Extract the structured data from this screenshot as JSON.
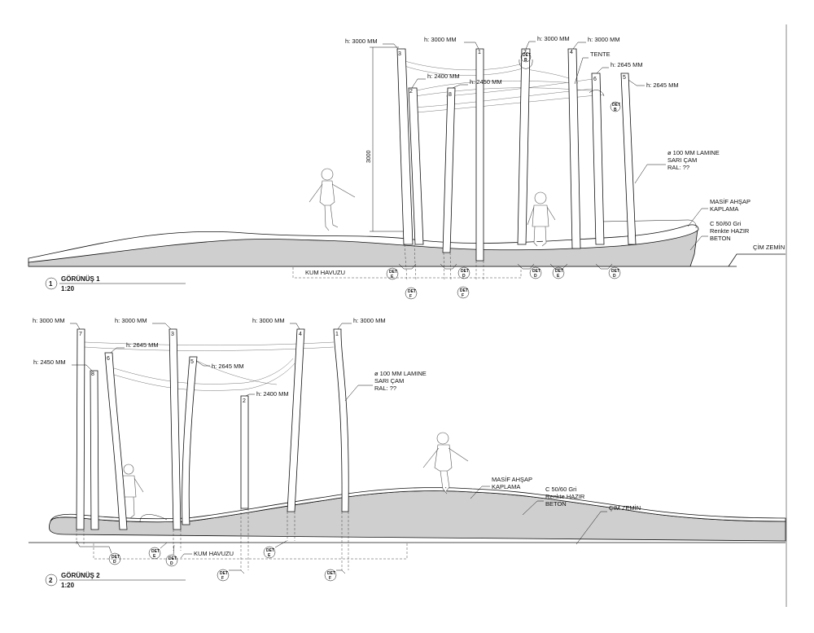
{
  "view1": {
    "title": "GÖRÜNÜŞ 1",
    "scale": "1:20",
    "number": "1",
    "dim_vertical": "3000",
    "heights": {
      "p3": "h: 3000 MM",
      "p1": "h: 3000 MM",
      "p7": "h: 3000 MM",
      "p4": "h: 3000 MM",
      "p2": "h: 2400 MM",
      "p8": "h: 2450 MM",
      "p6": "h: 2645 MM",
      "p5": "h: 2645 MM"
    },
    "pole_numbers": {
      "p3": "3",
      "p1": "1",
      "p7": "7",
      "p4": "4",
      "p2": "2",
      "p8": "8",
      "p6": "6",
      "p5": "5"
    },
    "notes": {
      "tente": "TENTE",
      "lamine": [
        "ø 100 MM LAMINE",
        "SARI ÇAM",
        "RAL: ??"
      ],
      "masif": [
        "MASİF AHŞAP",
        "KAPLAMA"
      ],
      "beton": [
        "C 50/60 Gri",
        "Renkte HAZIR",
        "BETON"
      ],
      "cim": "ÇİM ZEMİN",
      "kum": "KUM HAVUZU"
    }
  },
  "view2": {
    "title": "GÖRÜNÜŞ 2",
    "scale": "1:20",
    "number": "2",
    "heights": {
      "p7": "h: 3000 MM",
      "p3": "h: 3000 MM",
      "p4": "h: 3000 MM",
      "p1": "h: 3000 MM",
      "p6": "h: 2645 MM",
      "p8": "h: 2450 MM",
      "p5": "h: 2645 MM",
      "p2": "h: 2400 MM"
    },
    "pole_numbers": {
      "p7": "7",
      "p3": "3",
      "p4": "4",
      "p1": "1",
      "p6": "6",
      "p8": "8",
      "p5": "5",
      "p2": "2"
    },
    "notes": {
      "lamine": [
        "ø 100 MM LAMINE",
        "SARI ÇAM",
        "RAL: ??"
      ],
      "masif": [
        "MASİF AHŞAP",
        "KAPLAMA"
      ],
      "beton": [
        "C 50/60 Gri",
        "Renkte HAZIR",
        "BETON"
      ],
      "cim": "ÇİM ZEMİN",
      "kum": "KUM HAVUZU"
    }
  },
  "details": {
    "prefix": "DET",
    "B": "B",
    "D": "D",
    "E": "E",
    "F": "F"
  }
}
